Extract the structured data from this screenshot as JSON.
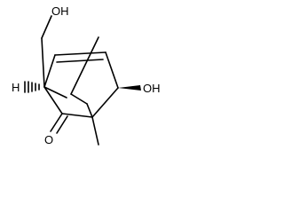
{
  "molecule": {
    "labels": {
      "hydroxymethyl_oh": "OH",
      "ring_oh": "OH",
      "ketone_o": "O",
      "bridgehead_h": "H"
    }
  },
  "colors": {
    "bond": "#000000",
    "background": "#ffffff"
  }
}
